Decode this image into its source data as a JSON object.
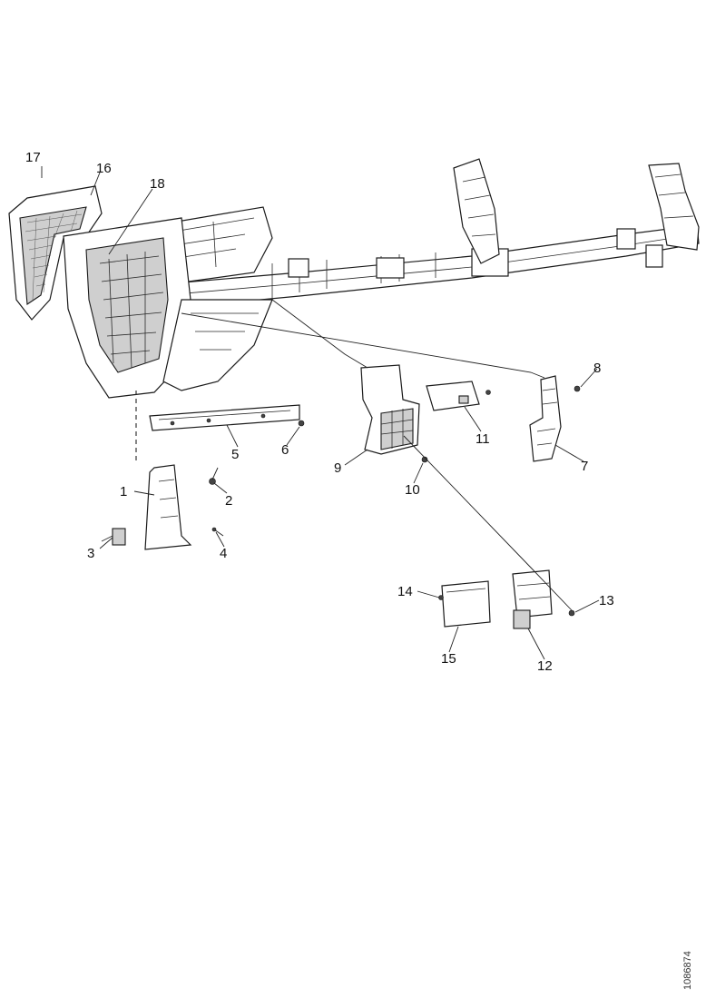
{
  "diagram": {
    "callouts": [
      "1",
      "2",
      "3",
      "4",
      "5",
      "6",
      "7",
      "8",
      "9",
      "10",
      "11",
      "12",
      "13",
      "14",
      "15",
      "16",
      "17",
      "18"
    ],
    "figure_code": "1086874"
  }
}
